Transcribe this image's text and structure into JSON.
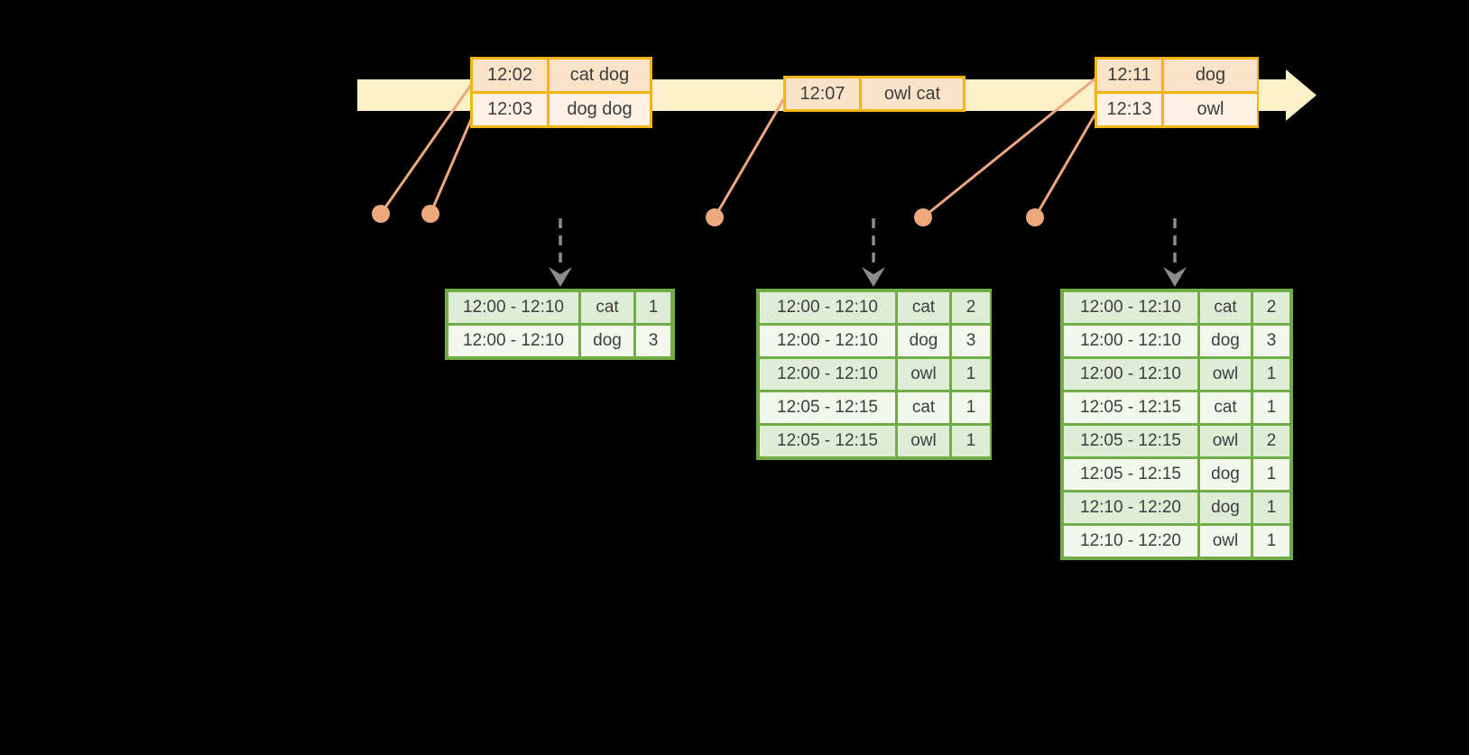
{
  "diagram": {
    "kind": "streaming-windowed-word-count-timeline",
    "colors": {
      "background": "#000000",
      "timeline_band": "#fcf0c6",
      "event_table_border": "#f5b510",
      "event_row_dark": "#fae3c8",
      "event_row_light": "#fdf2e4",
      "connector_salmon": "#eda87d",
      "trigger_arrow_gray": "#8c8c8c",
      "result_table_border": "#70ad47",
      "result_row_green": "#e0edd6",
      "result_row_light": "#f3f8ef",
      "cell_text": "#3d3d3d"
    },
    "icons": {
      "timeline_arrow": "right-arrow",
      "trigger_arrow": "dashed-down-arrow",
      "event_marker": "dot"
    }
  },
  "timeline": {
    "event_tables": [
      {
        "rows": [
          {
            "time": "12:02",
            "words": "cat dog"
          },
          {
            "time": "12:03",
            "words": "dog dog"
          }
        ]
      },
      {
        "rows": [
          {
            "time": "12:07",
            "words": "owl cat"
          }
        ]
      },
      {
        "rows": [
          {
            "time": "12:11",
            "words": "dog"
          },
          {
            "time": "12:13",
            "words": "owl"
          }
        ]
      }
    ]
  },
  "result_tables": [
    {
      "rows": [
        {
          "window": "12:00 - 12:10",
          "word": "cat",
          "count": "1"
        },
        {
          "window": "12:00 - 12:10",
          "word": "dog",
          "count": "3"
        }
      ]
    },
    {
      "rows": [
        {
          "window": "12:00 - 12:10",
          "word": "cat",
          "count": "2"
        },
        {
          "window": "12:00 - 12:10",
          "word": "dog",
          "count": "3"
        },
        {
          "window": "12:00 - 12:10",
          "word": "owl",
          "count": "1"
        },
        {
          "window": "12:05 - 12:15",
          "word": "cat",
          "count": "1"
        },
        {
          "window": "12:05 - 12:15",
          "word": "owl",
          "count": "1"
        }
      ]
    },
    {
      "rows": [
        {
          "window": "12:00 - 12:10",
          "word": "cat",
          "count": "2"
        },
        {
          "window": "12:00 - 12:10",
          "word": "dog",
          "count": "3"
        },
        {
          "window": "12:00 - 12:10",
          "word": "owl",
          "count": "1"
        },
        {
          "window": "12:05 - 12:15",
          "word": "cat",
          "count": "1"
        },
        {
          "window": "12:05 - 12:15",
          "word": "owl",
          "count": "2"
        },
        {
          "window": "12:05 - 12:15",
          "word": "dog",
          "count": "1"
        },
        {
          "window": "12:10 - 12:20",
          "word": "dog",
          "count": "1"
        },
        {
          "window": "12:10 - 12:20",
          "word": "owl",
          "count": "1"
        }
      ]
    }
  ]
}
